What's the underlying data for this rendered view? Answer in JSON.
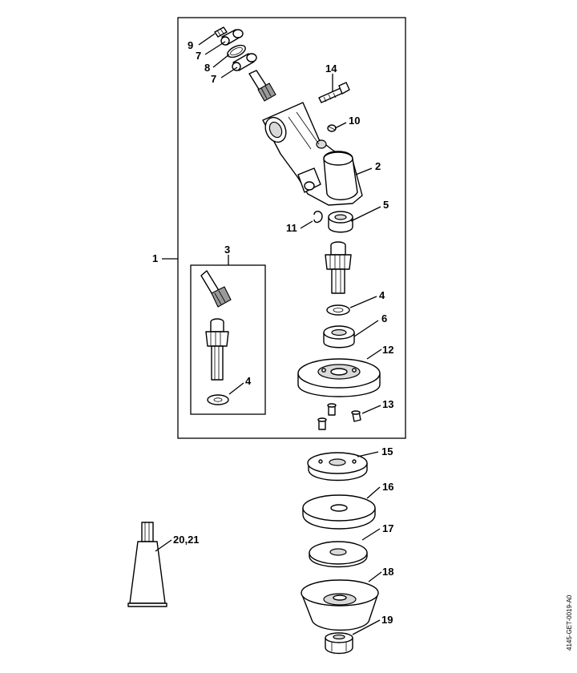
{
  "labels": {
    "assembly": "1",
    "gear_housing": "2",
    "gear_set": "3",
    "washer_top": "4",
    "washer_box": "4",
    "ball_bearing_5": "5",
    "ball_bearing_6": "6",
    "bearing_a": "7",
    "bearing_b": "7",
    "ring": "8",
    "grease_nipple": "9",
    "screw_plug": "10",
    "circlip": "11",
    "protective_plate": "12",
    "screws": "13",
    "clamp_screw": "14",
    "thrust_plate": "15",
    "disc": "16",
    "thrust_washer": "17",
    "rider_plate": "18",
    "nut": "19",
    "grease_tube": "20,21"
  },
  "drawing_code": "4145-GET-0019-A0"
}
